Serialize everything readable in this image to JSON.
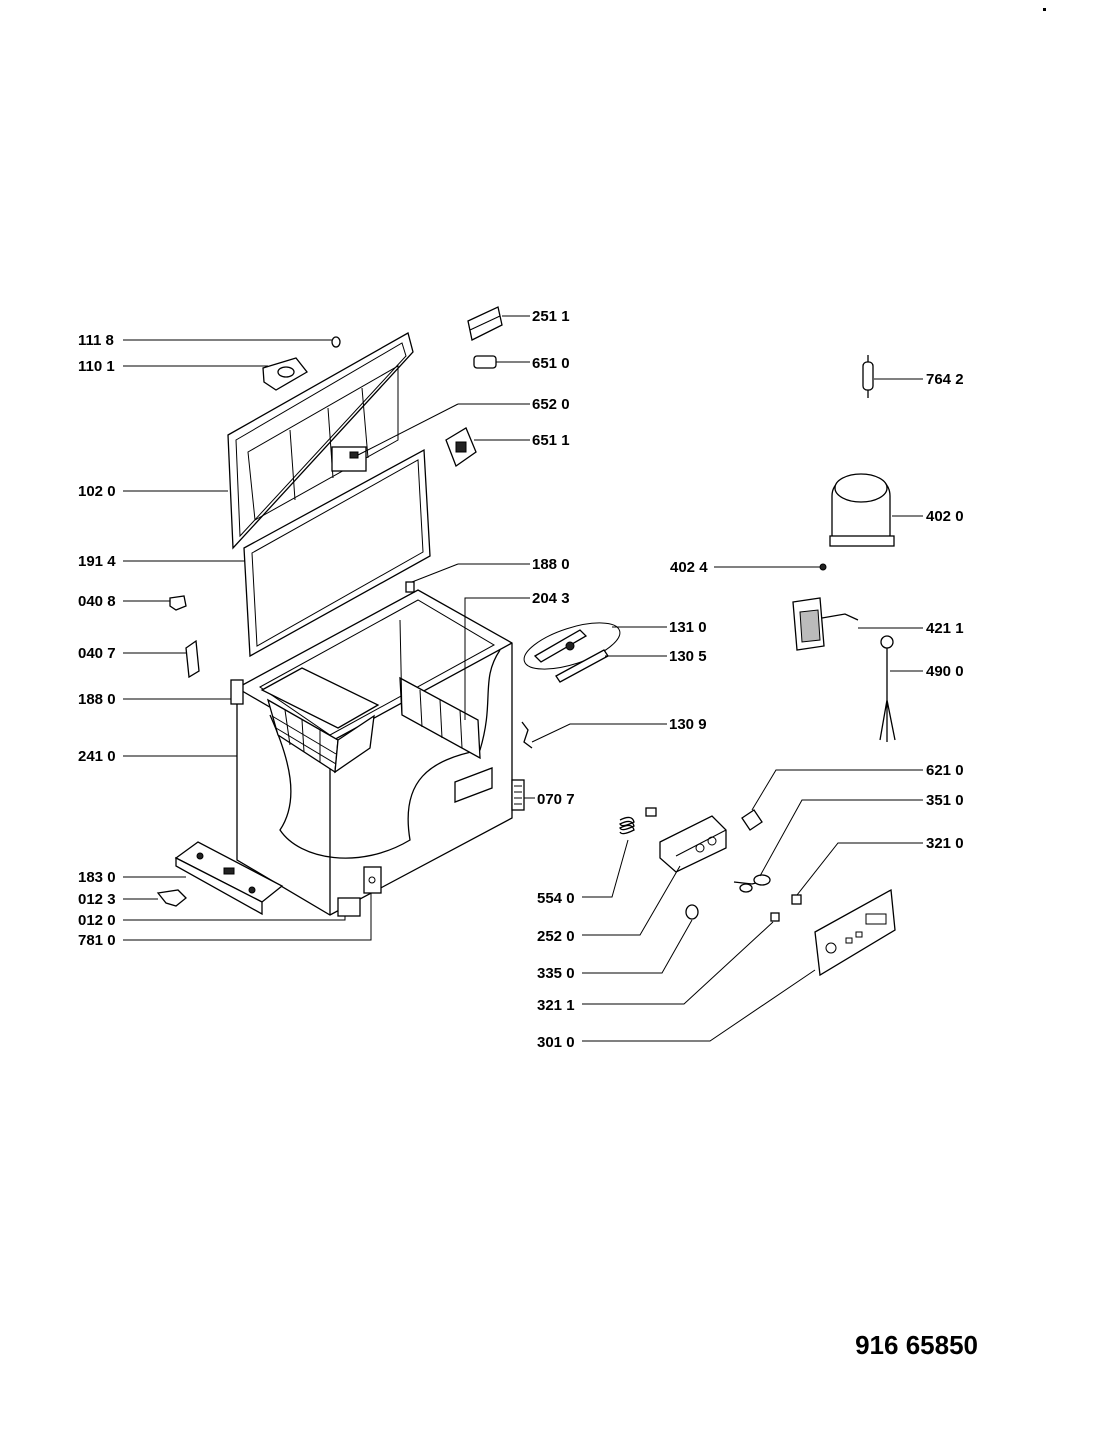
{
  "drawing_number": "916 65850",
  "labels": {
    "l_1118": "111 8",
    "l_1101": "110 1",
    "l_1020": "102 0",
    "l_1914": "191 4",
    "l_0408": "040 8",
    "l_0407": "040 7",
    "l_1880a": "188 0",
    "l_2410": "241 0",
    "l_1830": "183 0",
    "l_0123": "012 3",
    "l_0120": "012 0",
    "l_7810": "781 0",
    "l_2511": "251 1",
    "l_6510": "651 0",
    "l_6520": "652 0",
    "l_6511": "651 1",
    "l_1880b": "188 0",
    "l_2043": "204 3",
    "l_1310": "131 0",
    "l_1305": "130 5",
    "l_1309": "130 9",
    "l_0707": "070 7",
    "l_5540": "554 0",
    "l_2520": "252 0",
    "l_3350": "335 0",
    "l_3211": "321 1",
    "l_3010": "301 0",
    "l_7642": "764 2",
    "l_4020": "402 0",
    "l_4024": "402 4",
    "l_4211": "421 1",
    "l_4900": "490 0",
    "l_6210": "621 0",
    "l_3510": "351 0",
    "l_3210": "321 0"
  }
}
